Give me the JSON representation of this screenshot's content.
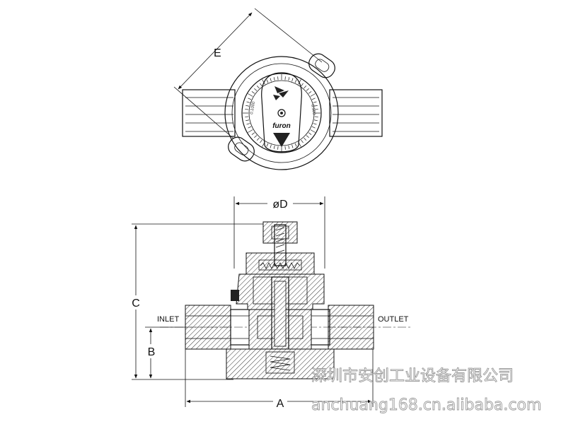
{
  "top_view": {
    "brand": "furon",
    "dial_left": "0.1000",
    "dial_right": "0.500",
    "dimension_e": "E"
  },
  "section_view": {
    "dimension_d": "øD",
    "dimension_c": "C",
    "dimension_b": "B",
    "dimension_a": "A",
    "inlet": "INLET",
    "outlet": "OUTLET"
  },
  "watermark": {
    "line1": "深圳市安创工业设备有限公司",
    "line2": "anchuang168.cn.alibaba.com"
  }
}
